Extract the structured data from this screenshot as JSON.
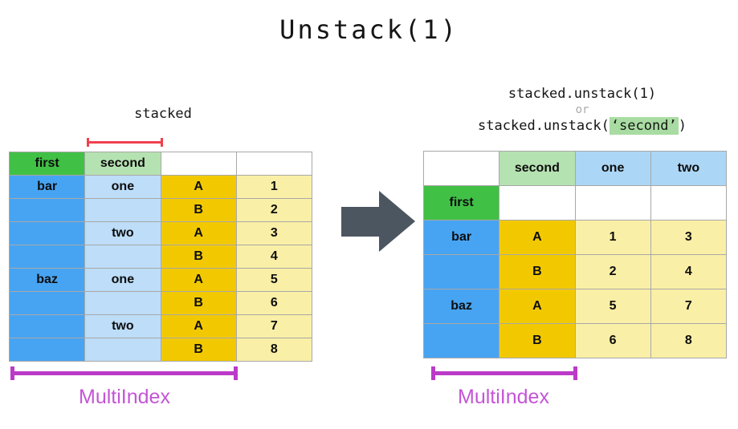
{
  "title": "Unstack(1)",
  "left_panel": {
    "caption": "stacked",
    "multiindex_label": "MultiIndex",
    "table": {
      "rows": [
        [
          {
            "t": "first",
            "s": "green"
          },
          {
            "t": "second",
            "s": "lightgreen"
          },
          {
            "t": "",
            "s": "white"
          },
          {
            "t": "",
            "s": "white"
          }
        ],
        [
          {
            "t": "bar",
            "s": "blue"
          },
          {
            "t": "one",
            "s": "lightblue"
          },
          {
            "t": "A",
            "s": "gold"
          },
          {
            "t": "1",
            "s": "num"
          }
        ],
        [
          {
            "t": "",
            "s": "blue"
          },
          {
            "t": "",
            "s": "lightblue"
          },
          {
            "t": "B",
            "s": "gold"
          },
          {
            "t": "2",
            "s": "num"
          }
        ],
        [
          {
            "t": "",
            "s": "blue"
          },
          {
            "t": "two",
            "s": "lightblue"
          },
          {
            "t": "A",
            "s": "gold"
          },
          {
            "t": "3",
            "s": "num"
          }
        ],
        [
          {
            "t": "",
            "s": "blue"
          },
          {
            "t": "",
            "s": "lightblue"
          },
          {
            "t": "B",
            "s": "gold"
          },
          {
            "t": "4",
            "s": "num"
          }
        ],
        [
          {
            "t": "baz",
            "s": "blue"
          },
          {
            "t": "one",
            "s": "lightblue"
          },
          {
            "t": "A",
            "s": "gold"
          },
          {
            "t": "5",
            "s": "num"
          }
        ],
        [
          {
            "t": "",
            "s": "blue"
          },
          {
            "t": "",
            "s": "lightblue"
          },
          {
            "t": "B",
            "s": "gold"
          },
          {
            "t": "6",
            "s": "num"
          }
        ],
        [
          {
            "t": "",
            "s": "blue"
          },
          {
            "t": "two",
            "s": "lightblue"
          },
          {
            "t": "A",
            "s": "gold"
          },
          {
            "t": "7",
            "s": "num"
          }
        ],
        [
          {
            "t": "",
            "s": "blue"
          },
          {
            "t": "",
            "s": "lightblue"
          },
          {
            "t": "B",
            "s": "gold"
          },
          {
            "t": "8",
            "s": "num"
          }
        ]
      ]
    }
  },
  "right_panel": {
    "code": {
      "line1": "stacked.unstack(1)",
      "or": "or",
      "line2_prefix": "stacked.unstack(",
      "line2_highlight": "‘second’",
      "line2_suffix": ")"
    },
    "multiindex_label": "MultiIndex",
    "table": {
      "rows": [
        [
          {
            "t": "",
            "s": "white"
          },
          {
            "t": "second",
            "s": "lightgreen"
          },
          {
            "t": "one",
            "s": "lightblue2",
            "gb": "left"
          },
          {
            "t": "two",
            "s": "lightblue2",
            "gb": "right"
          }
        ],
        [
          {
            "t": "first",
            "s": "green"
          },
          {
            "t": "",
            "s": "white"
          },
          {
            "t": "",
            "s": "white"
          },
          {
            "t": "",
            "s": "white"
          }
        ],
        [
          {
            "t": "bar",
            "s": "blue"
          },
          {
            "t": "A",
            "s": "gold"
          },
          {
            "t": "1",
            "s": "num"
          },
          {
            "t": "3",
            "s": "num"
          }
        ],
        [
          {
            "t": "",
            "s": "blue"
          },
          {
            "t": "B",
            "s": "gold"
          },
          {
            "t": "2",
            "s": "num"
          },
          {
            "t": "4",
            "s": "num"
          }
        ],
        [
          {
            "t": "baz",
            "s": "blue"
          },
          {
            "t": "A",
            "s": "gold"
          },
          {
            "t": "5",
            "s": "num"
          },
          {
            "t": "7",
            "s": "num"
          }
        ],
        [
          {
            "t": "",
            "s": "blue"
          },
          {
            "t": "B",
            "s": "gold"
          },
          {
            "t": "6",
            "s": "num"
          },
          {
            "t": "8",
            "s": "num"
          }
        ]
      ]
    }
  },
  "colors": {
    "green": "#41c046",
    "light_green": "#b5e2b1",
    "blue": "#47a4f2",
    "light_blue": "#bdddf8",
    "light_blue_header": "#acd6f5",
    "gold": "#f2c900",
    "light_yellow": "#faefa6",
    "grid": "#a8a8a8",
    "gold_border": "#d8a400",
    "red_bracket": "#f0414e",
    "magenta": "#bb3bc8",
    "magenta_text": "#c455d6",
    "arrow": "#4c5661",
    "code_or": "#aaaaaa",
    "highlight_green": "#a9dca2"
  }
}
